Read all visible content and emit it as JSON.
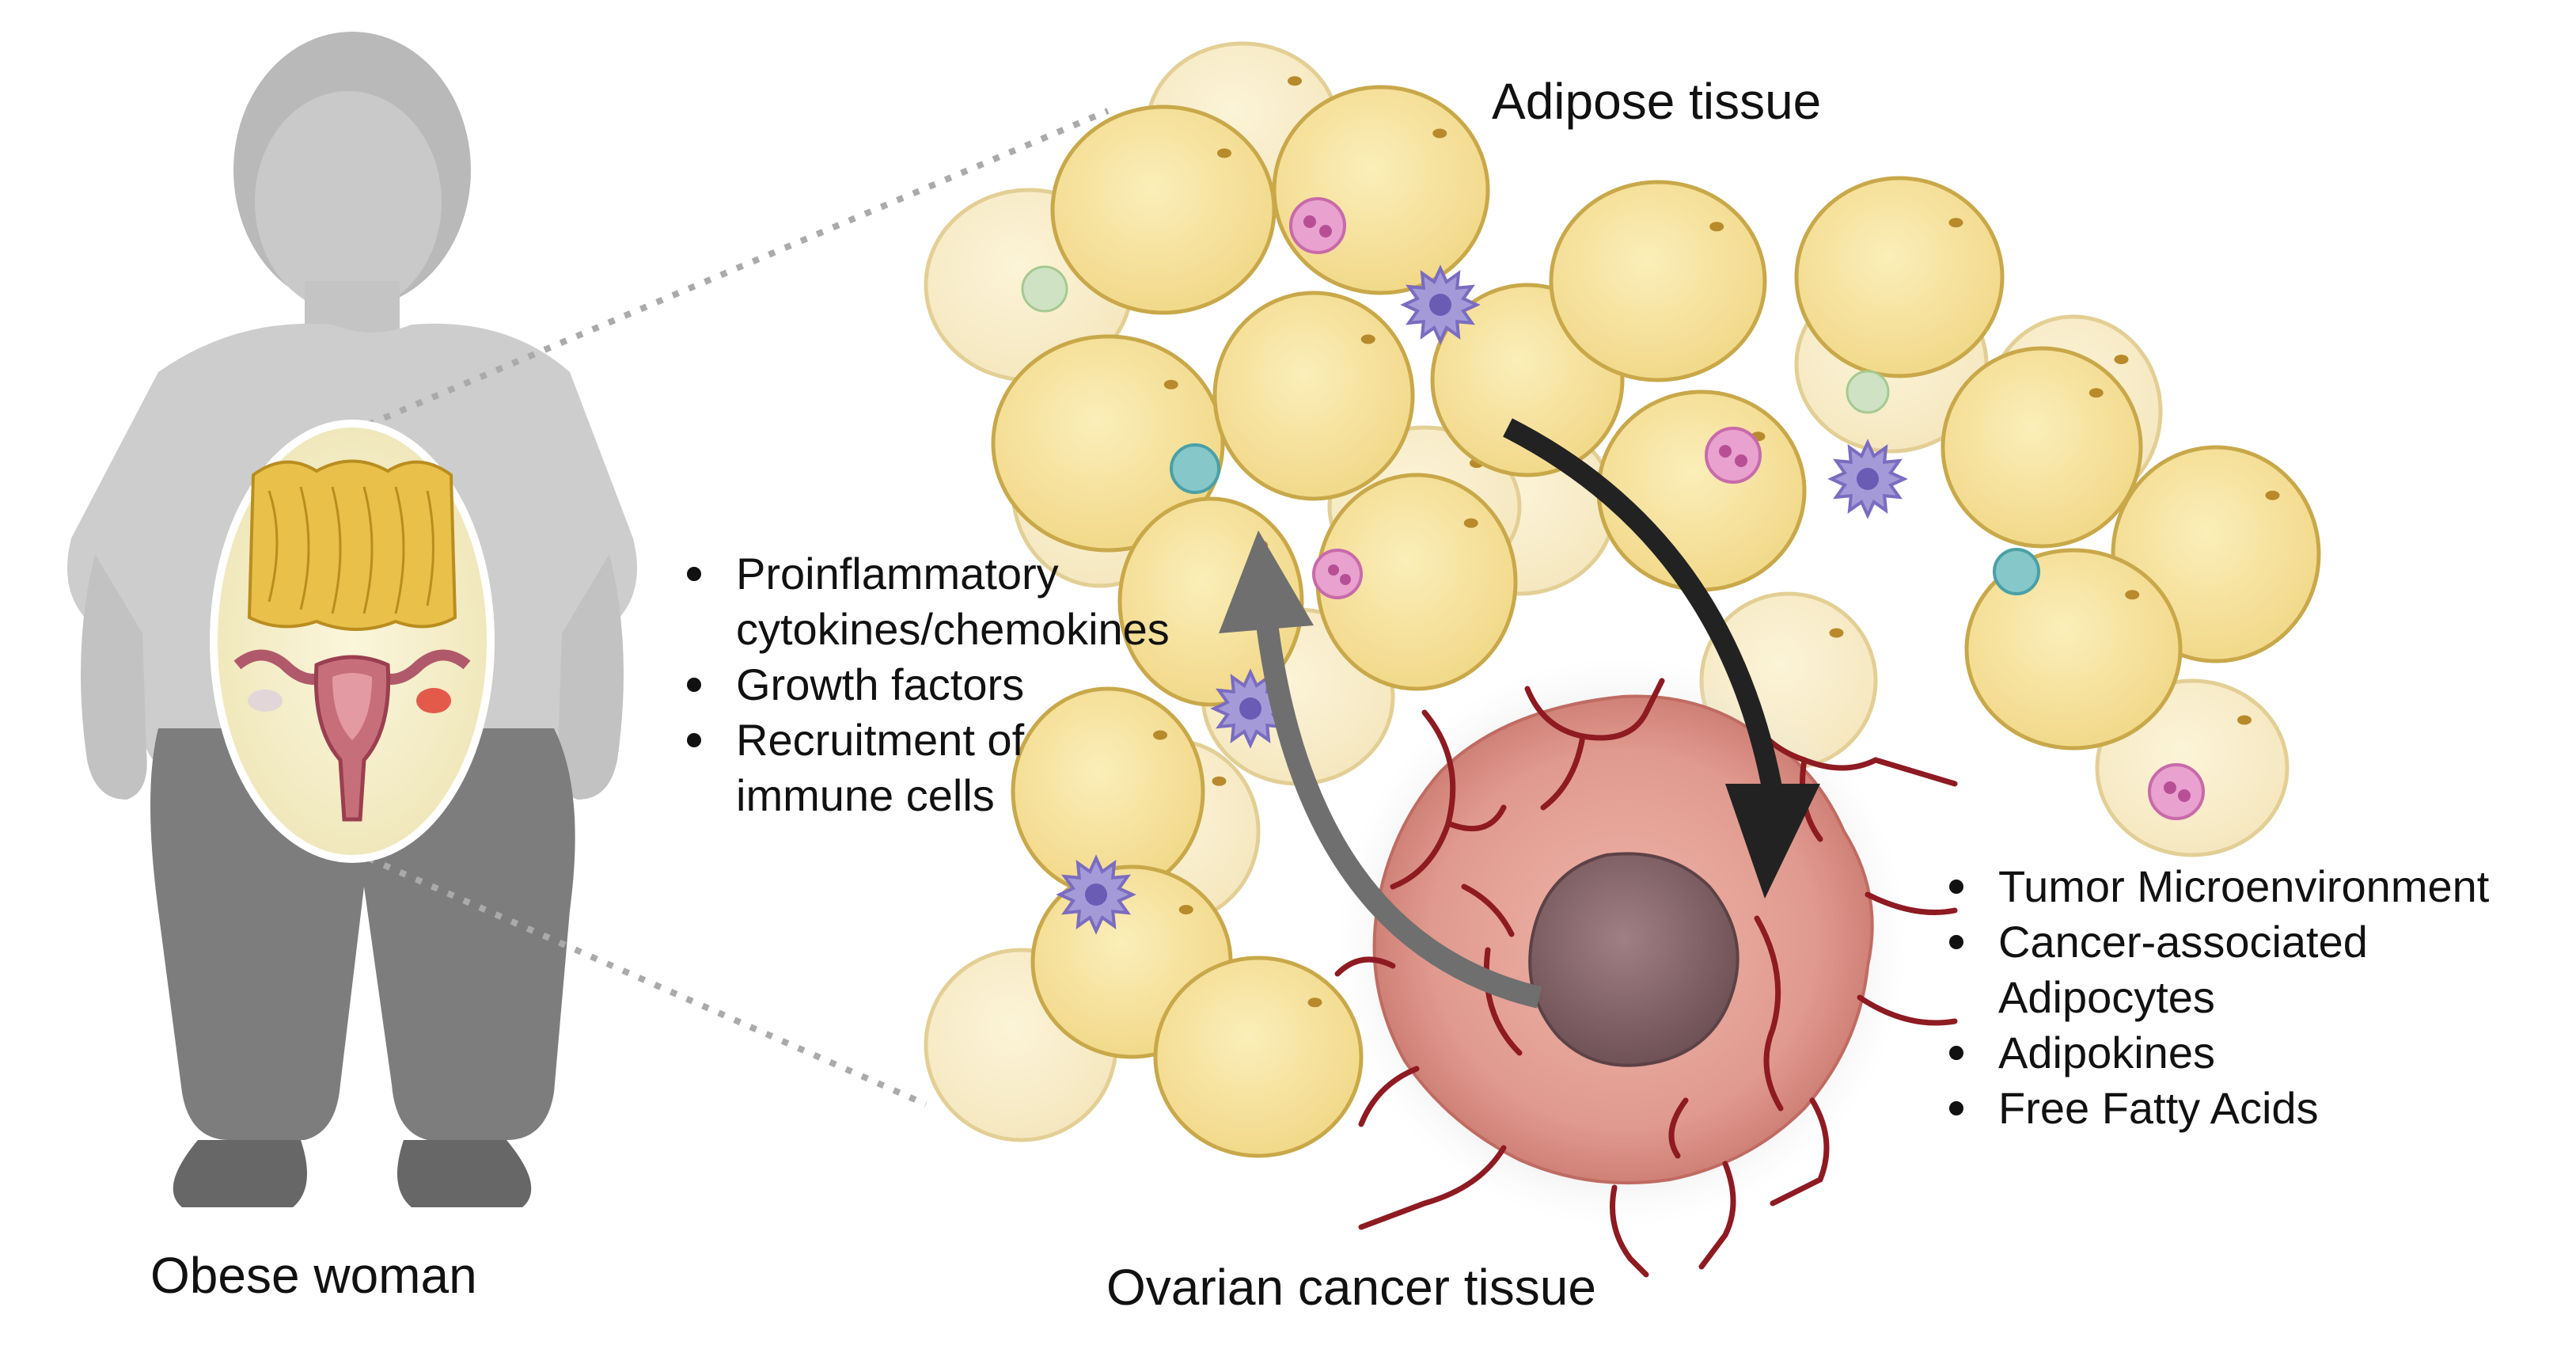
{
  "labels": {
    "obese_woman": "Obese woman",
    "adipose_tissue": "Adipose tissue",
    "ovarian_cancer_tissue": "Ovarian cancer tissue"
  },
  "adipose_to_tumor_factors": [
    {
      "line1": "Tumor Microenvironment",
      "line2": ""
    },
    {
      "line1": "Cancer-associated",
      "line2": "Adipocytes"
    },
    {
      "line1": "Adipokines",
      "line2": ""
    },
    {
      "line1": "Free Fatty Acids",
      "line2": ""
    }
  ],
  "tumor_to_adipose_factors": [
    {
      "line1": "Proinflammatory",
      "line2": "cytokines/chemokines"
    },
    {
      "line1": "Growth factors",
      "line2": ""
    },
    {
      "line1": "Recruitment of",
      "line2": "immune cells"
    }
  ],
  "colors": {
    "adipocyte": "#f7e3a1",
    "adipocyte_border": "#c9a84a",
    "tumor": "#e39a90",
    "tumor_core": "#8c6a6e",
    "vessel": "#8e1a22",
    "silhouette_light": "#bdbdbd",
    "silhouette_dark": "#707070",
    "arrow_dark": "#222222",
    "arrow_grey": "#6f6f6f"
  }
}
